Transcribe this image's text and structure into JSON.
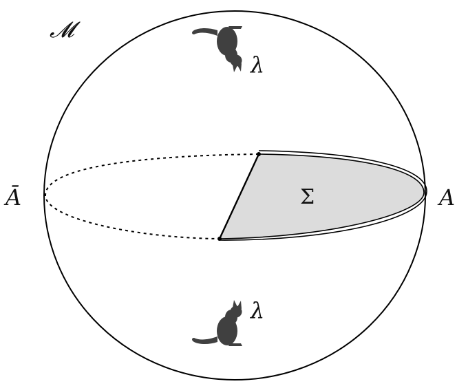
{
  "labels": {
    "manifold": "𝓜",
    "a_bar": "Ā",
    "a": "A",
    "sigma": "Σ",
    "lambda_top": "λ",
    "lambda_bottom": "λ"
  },
  "colors": {
    "stroke": "#000000",
    "sigma_fill": "#dcdcdc",
    "cat_fill": "#404040"
  },
  "icons": {
    "top": "cat-sitting-inverted-icon",
    "bottom": "cat-sitting-icon"
  }
}
